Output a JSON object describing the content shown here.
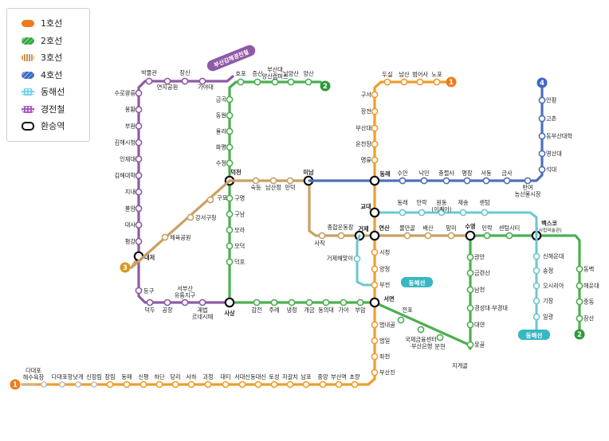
{
  "legend": {
    "items": [
      {
        "label": "1호선",
        "color": "#ef7c1c",
        "pattern": "solid"
      },
      {
        "label": "2호선",
        "color": "#2fa83e",
        "pattern": "hatch"
      },
      {
        "label": "3호선",
        "color": "#c8964b",
        "pattern": "stripe"
      },
      {
        "label": "4호선",
        "color": "#3d68c5",
        "pattern": "hatch"
      },
      {
        "label": "동해선",
        "color": "#6fd0e8",
        "pattern": "dots"
      },
      {
        "label": "경전철",
        "color": "#a64fbf",
        "pattern": "dots"
      },
      {
        "label": "환승역",
        "color": "#ffffff",
        "pattern": "transfer"
      }
    ]
  },
  "colors": {
    "line1": "#ef9d2c",
    "line2": "#4caf50",
    "line3": "#c8a064",
    "line4": "#4f6fb9",
    "donghae": "#6cc7cf",
    "bgl": "#8e5aa6"
  },
  "badges": {
    "line1_north": "1",
    "line2_east": "2",
    "line3_west": "3",
    "line4": "4",
    "line1_south": "1",
    "line2_south": "2",
    "bgl": "부산김해경전철",
    "donghae_a": "동해선",
    "donghae_b": "동해선"
  },
  "stations": {
    "bgl": [
      "박물관",
      "장신",
      "연지공원",
      "가야대",
      "수로왕릉",
      "봉황",
      "부원",
      "김해시청",
      "인제대",
      "김해대학",
      "지내",
      "불암",
      "대사",
      "평강",
      "대저",
      "등구",
      "덕두",
      "공항",
      "서부산\n유통지구",
      "괘법\n르네시떼",
      "사상"
    ],
    "line2_west": [
      "금곡",
      "호포",
      "증산",
      "부산대\n양산캠퍼스",
      "남양산",
      "양산",
      "동원",
      "율리",
      "화명",
      "수정",
      "덕천",
      "구명",
      "구남",
      "모라",
      "모덕",
      "덕포"
    ],
    "line3": [
      "구포",
      "강서구청",
      "체육공원",
      "숙등",
      "남산정",
      "만덕",
      "미남",
      "사직",
      "종합운동장",
      "거제",
      "물만골",
      "배산",
      "망미",
      "수영"
    ],
    "line1_north": [
      "두실",
      "남산",
      "범어사",
      "노포",
      "구서",
      "장전",
      "부산대",
      "온천장",
      "명륜",
      "동래",
      "교대",
      "연산",
      "시청",
      "양정",
      "부전",
      "서면",
      "범내골",
      "범일",
      "좌천",
      "부산진",
      "초량",
      "부산역",
      "중앙",
      "남포",
      "자갈치",
      "토성",
      "동대신",
      "서대신",
      "대티",
      "괴정",
      "사하",
      "당리",
      "하단",
      "신평",
      "동매",
      "장림",
      "신장림",
      "낫개",
      "다대포항",
      "다대포\n해수욕장"
    ],
    "line4": [
      "안평",
      "고촌",
      "동부산대학",
      "영산대",
      "석대",
      "반여\n농산물시장",
      "금사",
      "서동",
      "명장",
      "충렬사",
      "낙민",
      "수안"
    ],
    "donghae": [
      "동래",
      "안락",
      "원동\n(이케아)",
      "재송",
      "센텀",
      "벡스코\n(시립미술관)",
      "신해운대",
      "송정",
      "오시리아",
      "기장",
      "일광",
      "거제해맞이",
      "부전"
    ],
    "line2_south": [
      "감전",
      "주례",
      "냉정",
      "개금",
      "동의대",
      "가야",
      "부암",
      "전포",
      "국제금융센터\n·부산은행",
      "문현",
      "지게골",
      "민락",
      "센텀시티",
      "광안",
      "금련산",
      "남천",
      "경성대·부경대",
      "대연",
      "못골",
      "동백",
      "해운대",
      "중동",
      "장산"
    ]
  }
}
